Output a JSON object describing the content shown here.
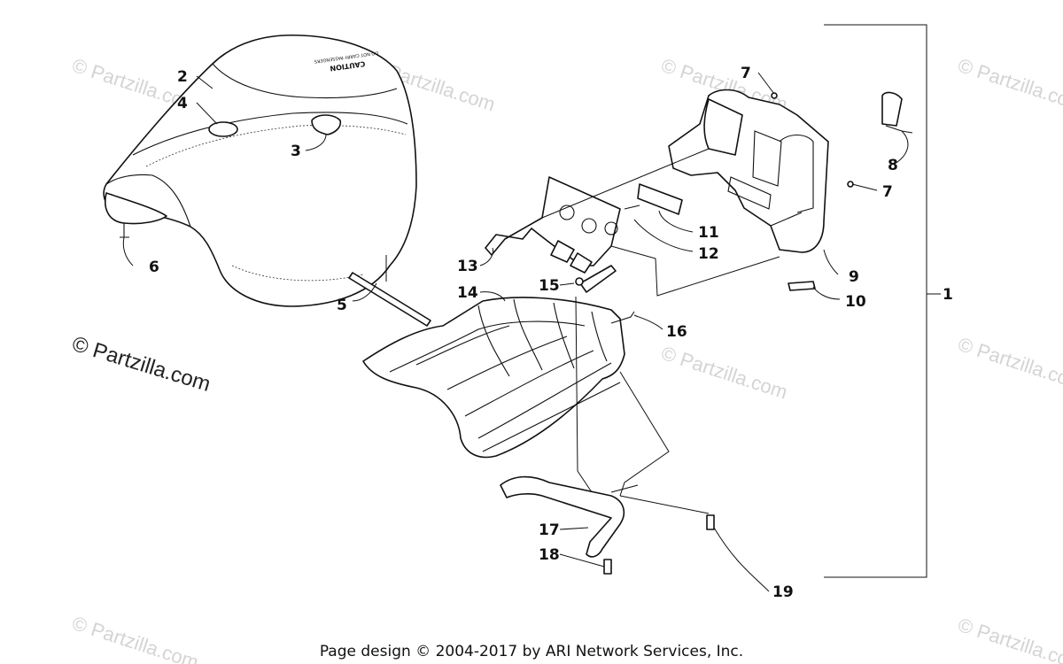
{
  "callouts": [
    {
      "label": "1"
    },
    {
      "label": "2"
    },
    {
      "label": "3"
    },
    {
      "label": "4"
    },
    {
      "label": "5"
    },
    {
      "label": "6"
    },
    {
      "label": "7"
    },
    {
      "label": "7"
    },
    {
      "label": "8"
    },
    {
      "label": "9"
    },
    {
      "label": "10"
    },
    {
      "label": "11"
    },
    {
      "label": "12"
    },
    {
      "label": "13"
    },
    {
      "label": "14"
    },
    {
      "label": "15"
    },
    {
      "label": "16"
    },
    {
      "label": "17"
    },
    {
      "label": "18"
    },
    {
      "label": "19"
    }
  ],
  "seat_decal": {
    "line1": "CAUTION",
    "line2": "DO NOT CARRY PASSENGERS"
  },
  "watermark": {
    "text": "© Partzilla.com"
  },
  "footer": {
    "text": "Page design © 2004-2017 by ARI Network Services, Inc."
  }
}
